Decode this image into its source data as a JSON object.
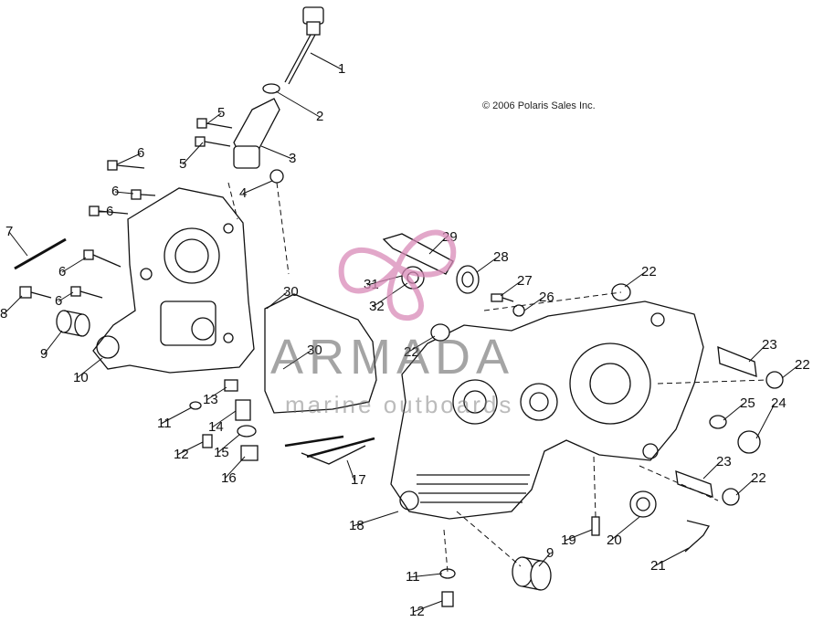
{
  "copyright": "© 2006 Polaris Sales Inc.",
  "watermark": {
    "title": "ARMADA",
    "subtitle": "marine outboards",
    "color": "#d98ab8"
  },
  "callouts": [
    {
      "id": "1",
      "label": "1"
    },
    {
      "id": "2",
      "label": "2"
    },
    {
      "id": "3",
      "label": "3"
    },
    {
      "id": "4",
      "label": "4"
    },
    {
      "id": "5a",
      "label": "5"
    },
    {
      "id": "5b",
      "label": "5"
    },
    {
      "id": "6a",
      "label": "6"
    },
    {
      "id": "6b",
      "label": "6"
    },
    {
      "id": "6c",
      "label": "6"
    },
    {
      "id": "6d",
      "label": "6"
    },
    {
      "id": "6e",
      "label": "6"
    },
    {
      "id": "7",
      "label": "7"
    },
    {
      "id": "8",
      "label": "8"
    },
    {
      "id": "9a",
      "label": "9"
    },
    {
      "id": "9b",
      "label": "9"
    },
    {
      "id": "10",
      "label": "10"
    },
    {
      "id": "11a",
      "label": "11"
    },
    {
      "id": "11b",
      "label": "11"
    },
    {
      "id": "12a",
      "label": "12"
    },
    {
      "id": "12b",
      "label": "12"
    },
    {
      "id": "13",
      "label": "13"
    },
    {
      "id": "14",
      "label": "14"
    },
    {
      "id": "15",
      "label": "15"
    },
    {
      "id": "16",
      "label": "16"
    },
    {
      "id": "17",
      "label": "17"
    },
    {
      "id": "18",
      "label": "18"
    },
    {
      "id": "19",
      "label": "19"
    },
    {
      "id": "20",
      "label": "20"
    },
    {
      "id": "21",
      "label": "21"
    },
    {
      "id": "22a",
      "label": "22"
    },
    {
      "id": "22b",
      "label": "22"
    },
    {
      "id": "22c",
      "label": "22"
    },
    {
      "id": "22d",
      "label": "22"
    },
    {
      "id": "23a",
      "label": "23"
    },
    {
      "id": "23b",
      "label": "23"
    },
    {
      "id": "24",
      "label": "24"
    },
    {
      "id": "25",
      "label": "25"
    },
    {
      "id": "26",
      "label": "26"
    },
    {
      "id": "27",
      "label": "27"
    },
    {
      "id": "28",
      "label": "28"
    },
    {
      "id": "29",
      "label": "29"
    },
    {
      "id": "30a",
      "label": "30"
    },
    {
      "id": "30b",
      "label": "30"
    },
    {
      "id": "31",
      "label": "31"
    },
    {
      "id": "32",
      "label": "32"
    }
  ]
}
